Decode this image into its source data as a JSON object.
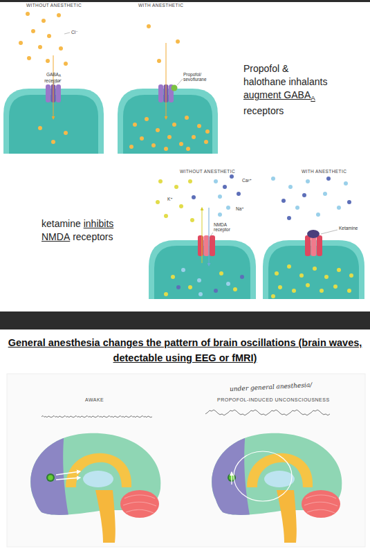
{
  "diagram": {
    "title": "General anesthesia changes the pattern of brain oscillations (brain waves, detectable using EEG or fMRI)",
    "labels": [
      "WITHOUT ANESTHETIC",
      "WITH ANESTHETIC",
      "Cl⁻",
      "GABA",
      "A",
      "receptor",
      "Propofol/ sevoflurane",
      "Propofol & halothane inhalants",
      "augment GABA",
      "A",
      "receptors",
      "WITHOUT ANESTHETIC",
      "WITH ANESTHETIC",
      "Ca²⁺",
      "K⁺",
      "Na⁺",
      "NMDA receptor",
      "Ketamine",
      "ketamine",
      "inhibits",
      "NMDA",
      "receptors",
      "under general anesthesia/",
      "AWAKE",
      "PROPOFOL-INDUCED UNCONSCIOUSNESS"
    ]
  }
}
